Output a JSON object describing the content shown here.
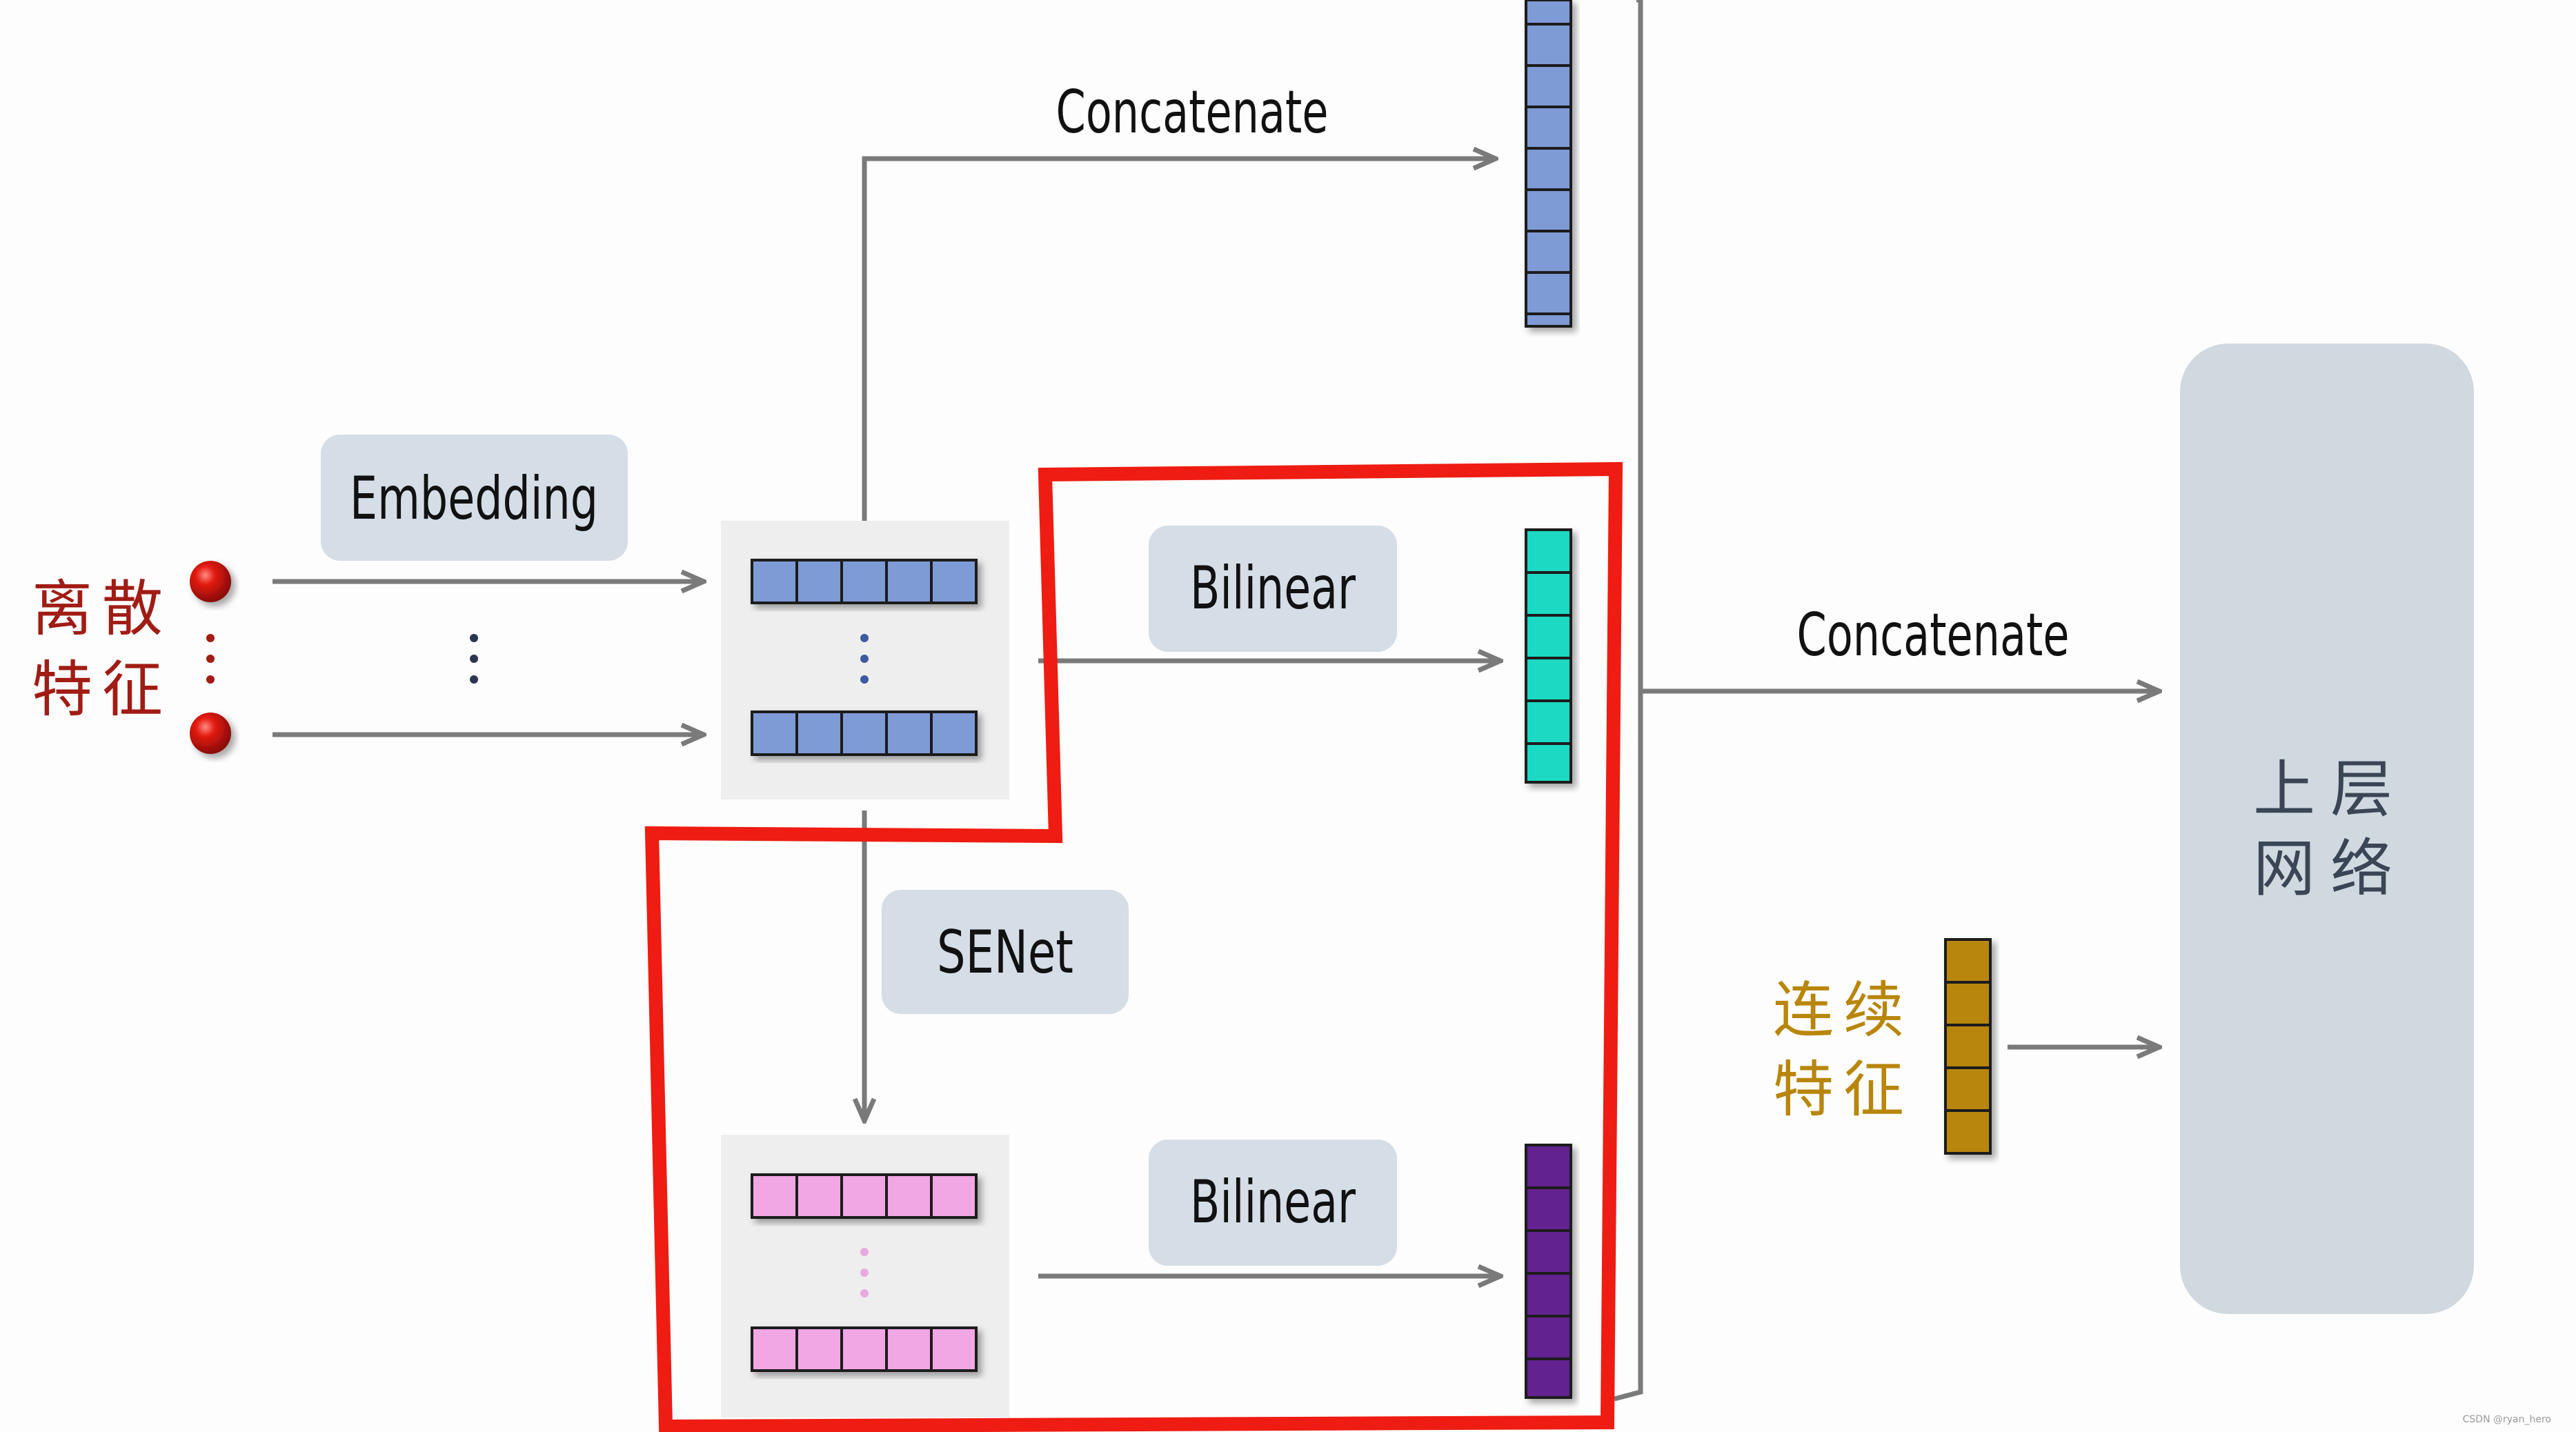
{
  "labels": {
    "concat_top": "Concatenate",
    "concat_right": "Concatenate",
    "embedding": "Embedding",
    "bilinear_top": "Bilinear",
    "bilinear_bottom": "Bilinear",
    "senet": "SENet",
    "sparse_line1": "离散",
    "sparse_line2": "特征",
    "dense_line1": "连续",
    "dense_line2": "特征",
    "upper_line1": "上层",
    "upper_line2": "网络",
    "watermark": "CSDN @ryan_hero"
  },
  "colors": {
    "embedding_blue": "#7f9bd6",
    "senet_pink": "#f1a7e4",
    "bilinear_cyan": "#1fd9c4",
    "bilinear_purple": "#62248f",
    "dense_gold": "#b8860b",
    "highlight_red": "#ee1c12",
    "label_box": "#d5dde6",
    "upper_box": "#d0d8e0",
    "panel": "#eeeeef",
    "arrow": "#7a7a7a",
    "sparse_text": "#a01c14",
    "dense_text": "#b8860b",
    "dot_red": "#e01010"
  }
}
